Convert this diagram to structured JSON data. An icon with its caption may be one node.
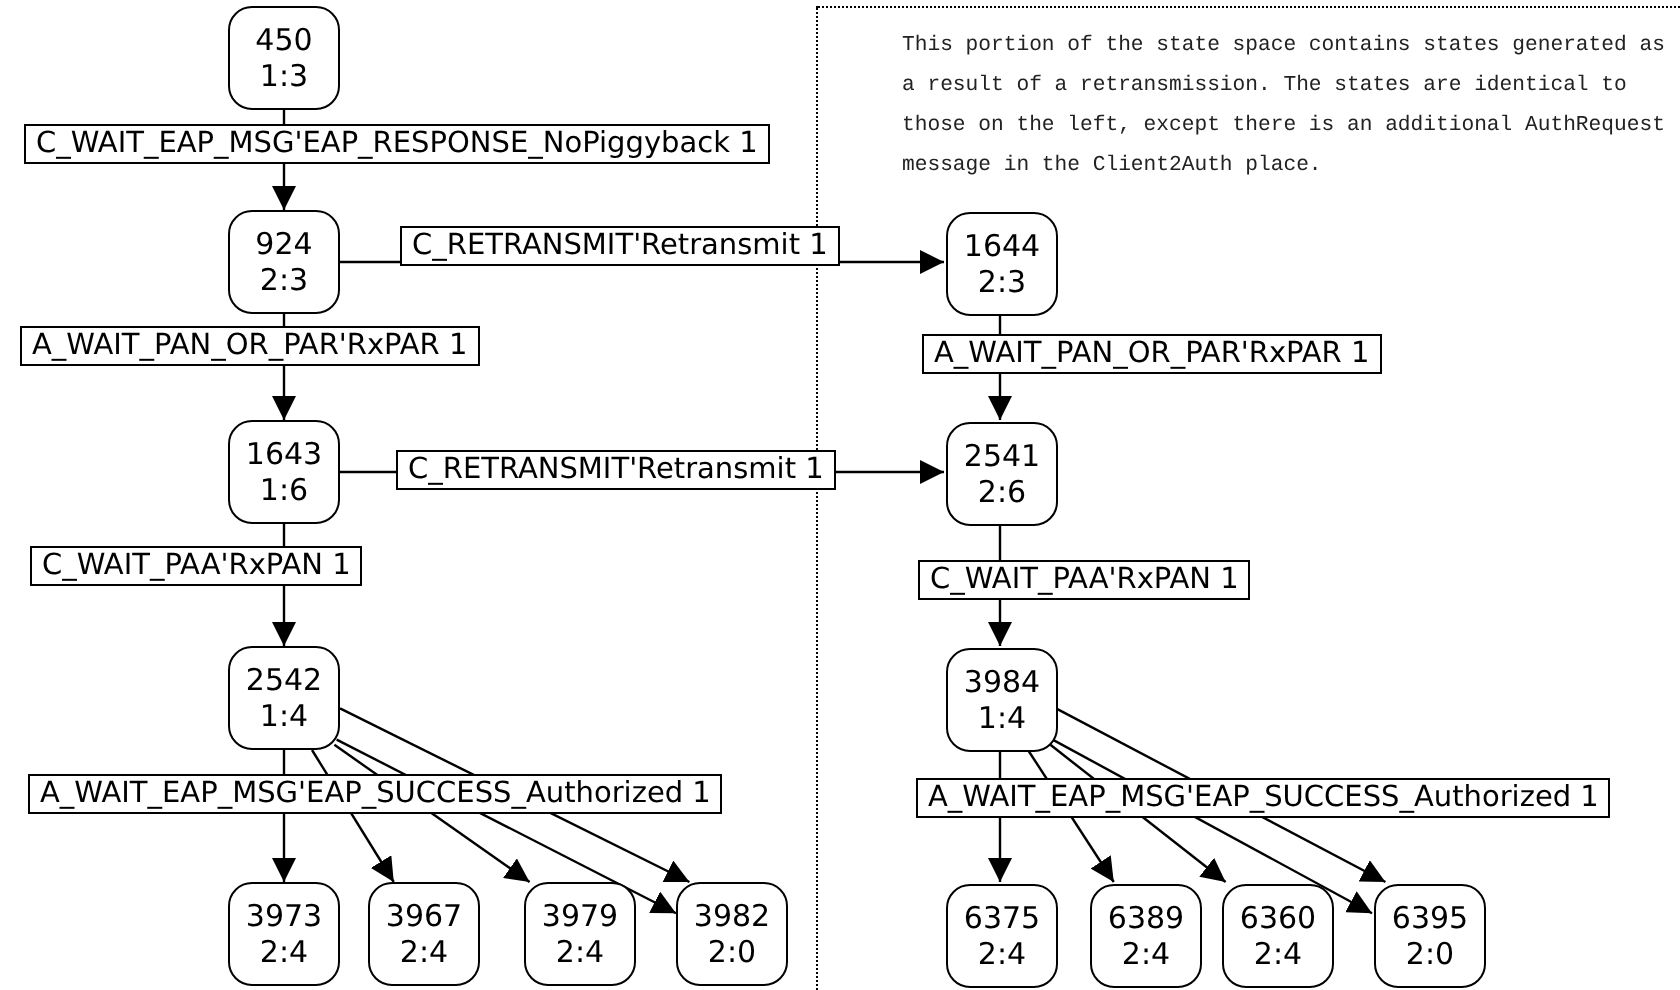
{
  "diagram": {
    "nodes": [
      {
        "text": [
          "450",
          "1:3"
        ]
      },
      {
        "text": [
          "924",
          "2:3"
        ]
      },
      {
        "text": [
          "1643",
          "1:6"
        ]
      },
      {
        "text": [
          "2542",
          "1:4"
        ]
      },
      {
        "text": [
          "3973",
          "2:4"
        ]
      },
      {
        "text": [
          "3967",
          "2:4"
        ]
      },
      {
        "text": [
          "3979",
          "2:4"
        ]
      },
      {
        "text": [
          "3982",
          "2:0"
        ]
      },
      {
        "text": [
          "This portion of the state space contains states generated as a result of a retransmission. The states are identical to those on the left, except there is an additional AuthRequest message in the Client2Auth place."
        ]
      },
      {
        "text": [
          "1644",
          "2:3"
        ],
        "in": 8
      },
      {
        "text": [
          "2541",
          "2:6"
        ],
        "in": 8
      },
      {
        "text": [
          "3984",
          "1:4"
        ],
        "in": 8
      },
      {
        "text": [
          "6375",
          "2:4"
        ],
        "in": 8
      },
      {
        "text": [
          "6389",
          "2:4"
        ],
        "in": 8
      },
      {
        "text": [
          "6360",
          "2:4"
        ],
        "in": 8
      },
      {
        "text": [
          "6395",
          "2:0"
        ],
        "in": 8
      }
    ],
    "edges": [
      {
        "from": 0,
        "to": 1,
        "arrow": "to",
        "label": "C_WAIT_EAP_MSG'EAP_RESPONSE_NoPiggyback 1"
      },
      {
        "from": 1,
        "to": 9,
        "arrow": "to",
        "label": "C_RETRANSMIT'Retransmit 1"
      },
      {
        "from": 1,
        "to": 2,
        "arrow": "to",
        "label": "A_WAIT_PAN_OR_PAR'RxPAR 1"
      },
      {
        "from": 2,
        "to": 10,
        "arrow": "to",
        "label": "C_RETRANSMIT'Retransmit 1"
      },
      {
        "from": 2,
        "to": 3,
        "arrow": "to",
        "label": "C_WAIT_PAA'RxPAN 1"
      },
      {
        "from": 3,
        "to": 4,
        "arrow": "to",
        "label": "A_WAIT_EAP_MSG'EAP_SUCCESS_Authorized 1"
      },
      {
        "from": 3,
        "to": 5,
        "arrow": "to"
      },
      {
        "from": 3,
        "to": 6,
        "arrow": "to"
      },
      {
        "from": 3,
        "to": 7,
        "arrow": "to"
      },
      {
        "from": 3,
        "to": 7,
        "arrow": "to"
      },
      {
        "from": 9,
        "to": 10,
        "arrow": "to",
        "label": "A_WAIT_PAN_OR_PAR'RxPAR 1"
      },
      {
        "from": 10,
        "to": 11,
        "arrow": "to",
        "label": "C_WAIT_PAA'RxPAN 1"
      },
      {
        "from": 11,
        "to": 12,
        "arrow": "to",
        "label": "A_WAIT_EAP_MSG'EAP_SUCCESS_Authorized 1"
      },
      {
        "from": 11,
        "to": 13,
        "arrow": "to"
      },
      {
        "from": 11,
        "to": 14,
        "arrow": "to"
      },
      {
        "from": 11,
        "to": 15,
        "arrow": "to"
      },
      {
        "from": 11,
        "to": 15,
        "arrow": "to"
      }
    ]
  }
}
